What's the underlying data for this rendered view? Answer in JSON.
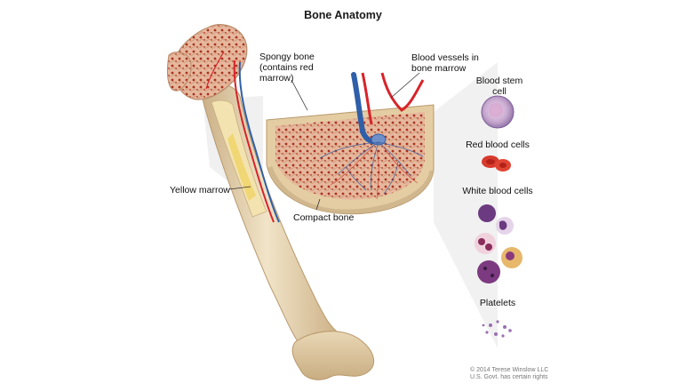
{
  "title": "Bone Anatomy",
  "labels": {
    "spongy_bone": "Spongy bone\n(contains red\nmarrow)",
    "blood_vessels": "Blood vessels in\nbone marrow",
    "yellow_marrow": "Yellow marrow",
    "compact_bone": "Compact bone",
    "blood_stem_cell": "Blood stem\ncell",
    "red_blood_cells": "Red blood cells",
    "white_blood_cells": "White blood cells",
    "platelets": "Platelets"
  },
  "credit": {
    "line1": "© 2014 Terese Winslow LLC",
    "line2": "U.S. Govt. has certain rights"
  },
  "colors": {
    "bone": "#e8d6b4",
    "bone_shadow": "#c9ae84",
    "spongy": "#c98a6c",
    "marrow_red": "#a8321f",
    "artery": "#d8232a",
    "vein": "#2f5fa8",
    "yellow_marrow": "#f0d36a",
    "stem_cell": "#c7a9cf",
    "red_cell": "#d83a2c",
    "white_cell": "#7a3d7c",
    "platelet": "#9a6fb0"
  }
}
